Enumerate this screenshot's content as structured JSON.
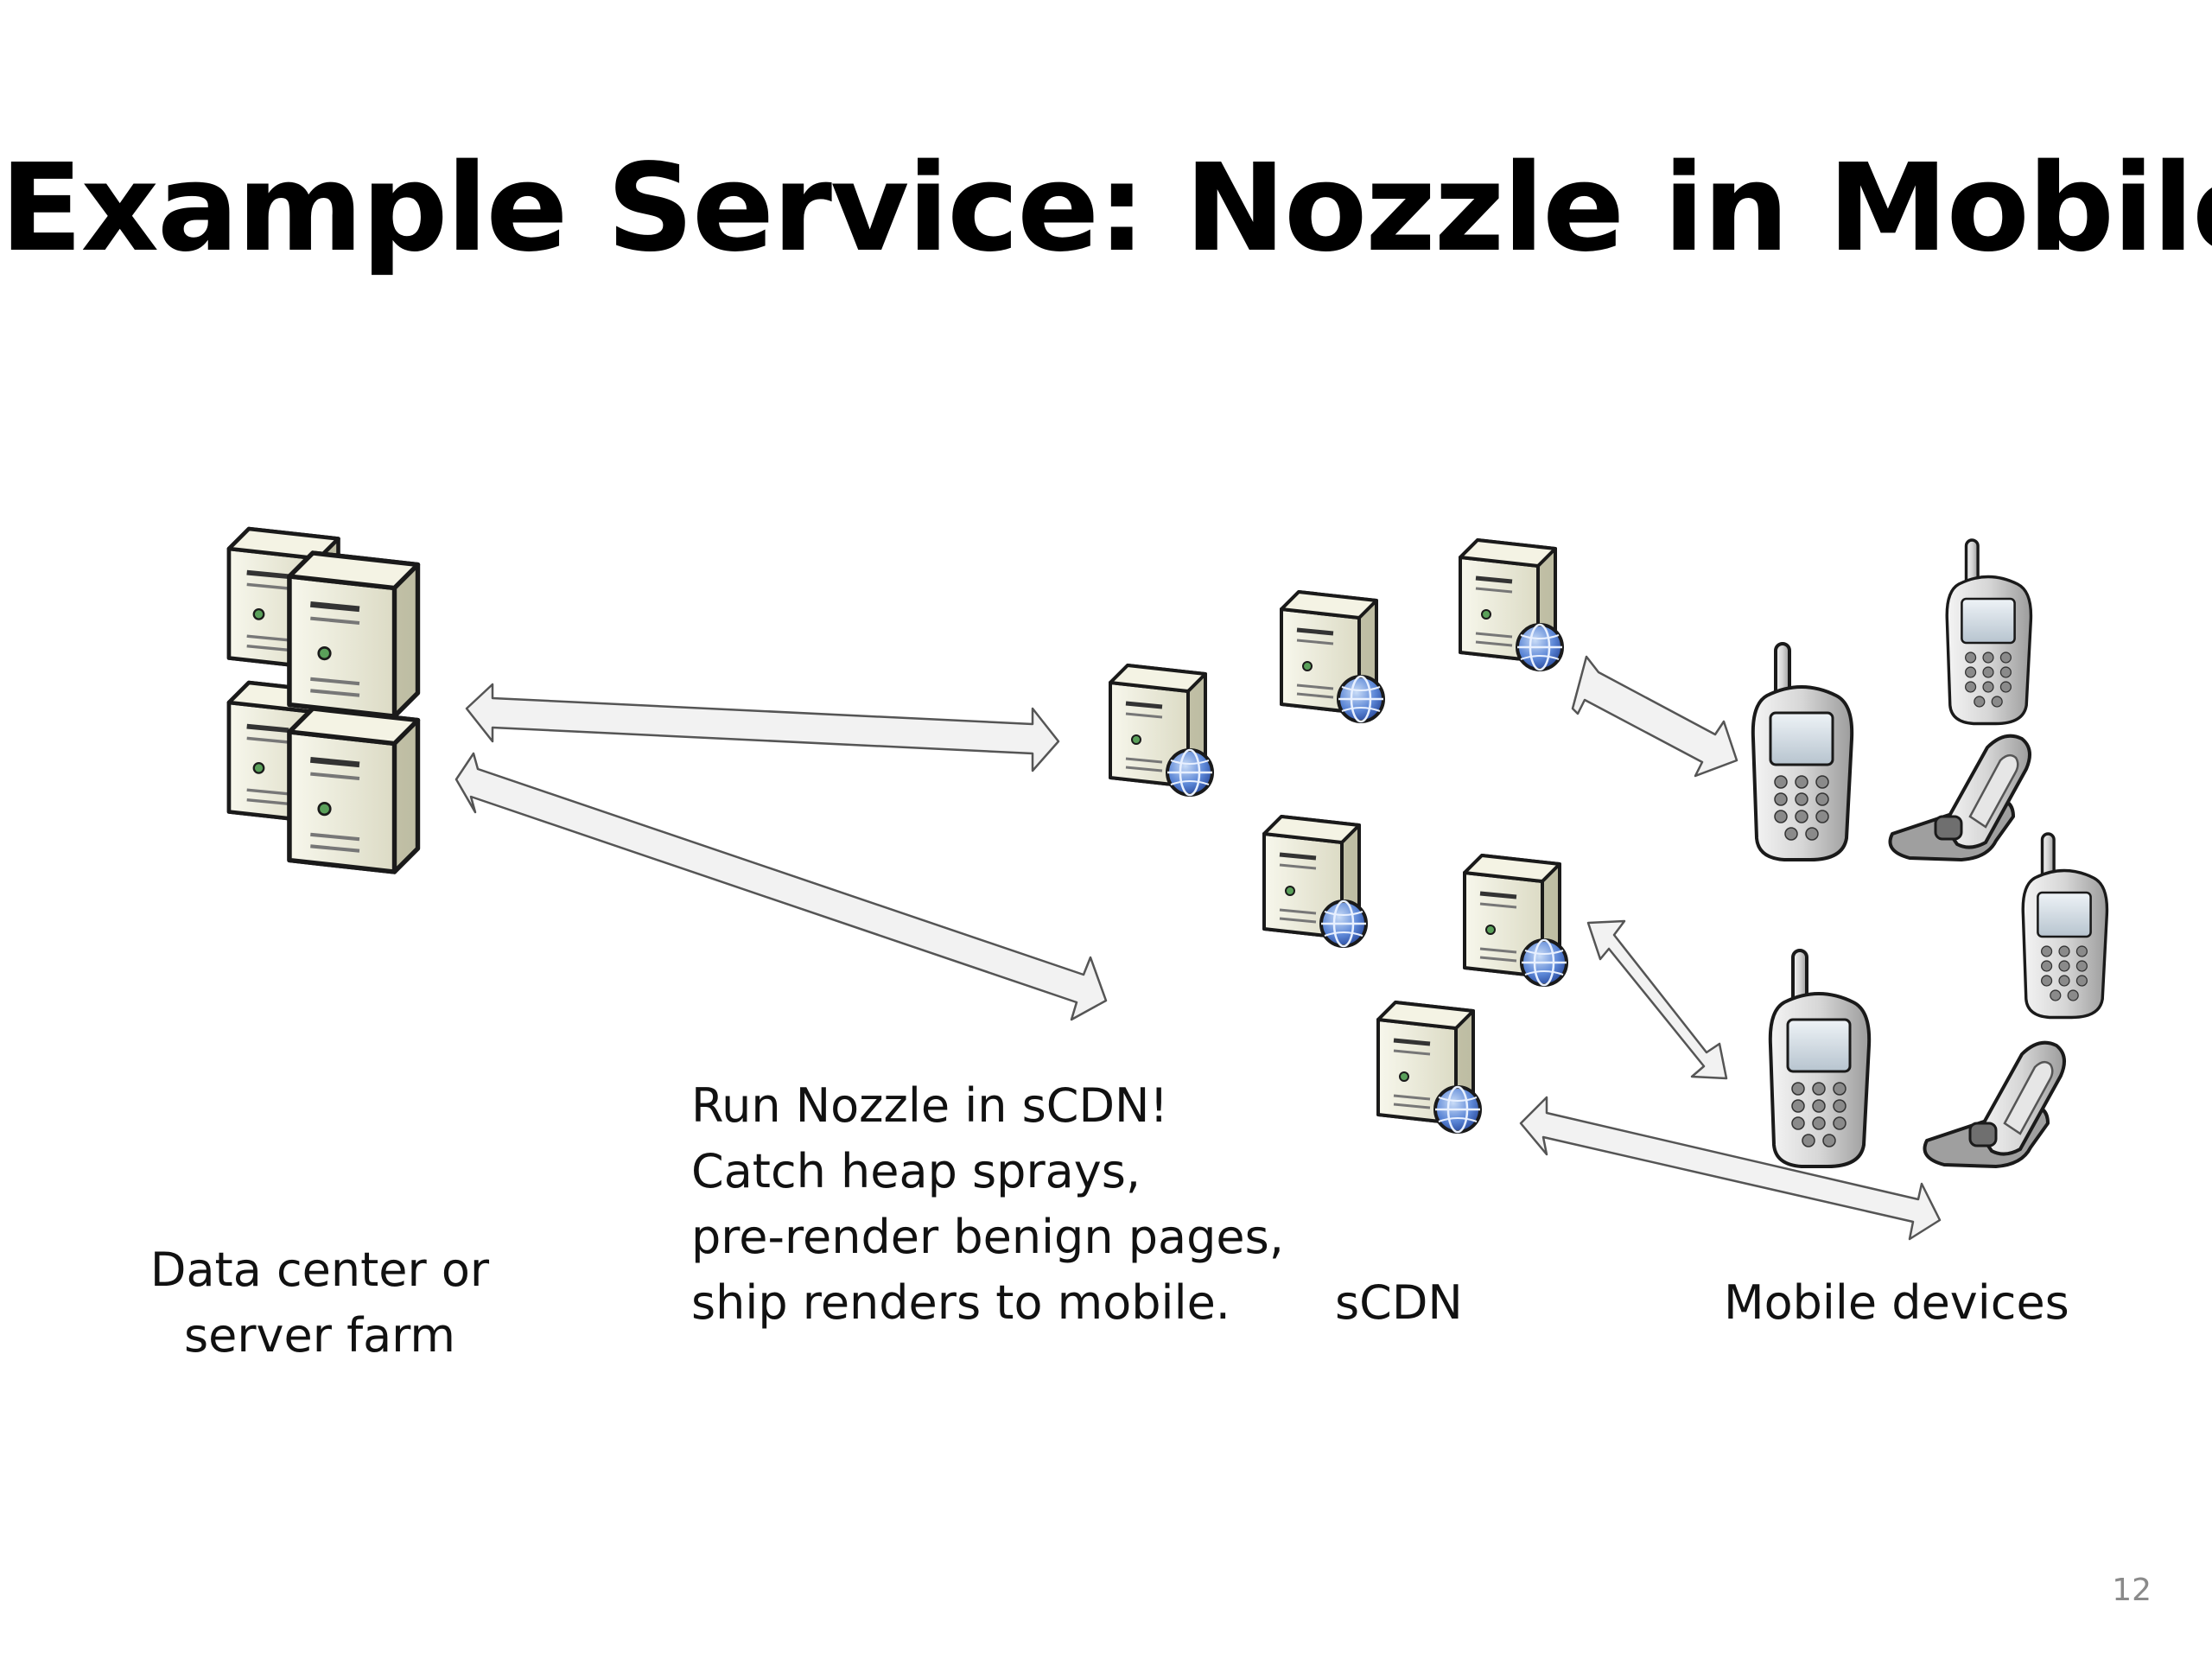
{
  "slide": {
    "title": "Example Service: Nozzle in Mobile",
    "page_number": "12"
  },
  "labels": {
    "datacenter_line1": "Data center or",
    "datacenter_line2": "server farm",
    "scdn": "sCDN",
    "mobile": "Mobile devices"
  },
  "note": {
    "lines": [
      "Run Nozzle in sCDN!",
      "Catch heap sprays,",
      "pre-render benign pages,",
      "ship renders to mobile."
    ]
  },
  "icons": {
    "server_farm": "server-farm-icon",
    "scdn_server": "web-server-icon",
    "phone": "cell-phone-icon",
    "flip_phone": "flip-phone-icon",
    "arrow": "double-arrow-icon"
  },
  "colors": {
    "title": "#000000",
    "server_body": "#ecebd9",
    "outline": "#1a1a1a",
    "globe": "#4a74c9",
    "phone_body": "#c8c8c8",
    "arrow_fill": "#f2f2f2",
    "page_number": "#8a8a8a"
  }
}
